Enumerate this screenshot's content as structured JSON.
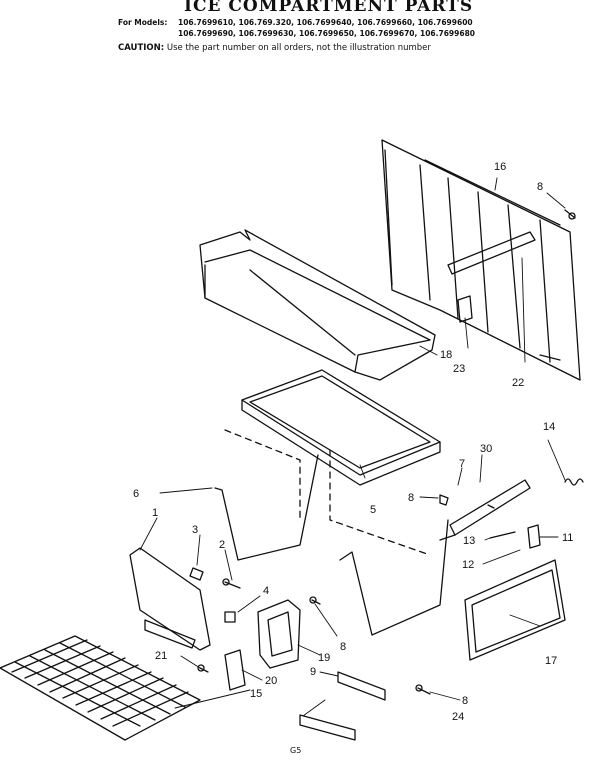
{
  "header": {
    "title": "ICE COMPARTMENT PARTS",
    "models_label": "For Models:",
    "models_line1": "106.7699610, 106.769.320, 106.7699640, 106.7699660, 106.7699600",
    "models_line2": "106.7699690, 106.7699630, 106.7699650, 106.7699670, 106.7699680",
    "caution_label": "CAUTION:",
    "caution_text": "Use the part number on all orders, not the illustration number"
  },
  "callouts": {
    "n1": "1",
    "n2": "2",
    "n3": "3",
    "n4": "4",
    "n5": "5",
    "n6": "6",
    "n7": "7",
    "n8a": "8",
    "n8b": "8",
    "n8c": "8",
    "n8d": "8",
    "n9": "9",
    "n11": "11",
    "n12": "12",
    "n13": "13",
    "n14": "14",
    "n15": "15",
    "n16": "16",
    "n17": "17",
    "n18": "18",
    "n19": "19",
    "n20": "20",
    "n21": "21",
    "n22": "22",
    "n23": "23",
    "n24": "24",
    "n30": "30"
  },
  "footer": {
    "page_code": "G5"
  }
}
